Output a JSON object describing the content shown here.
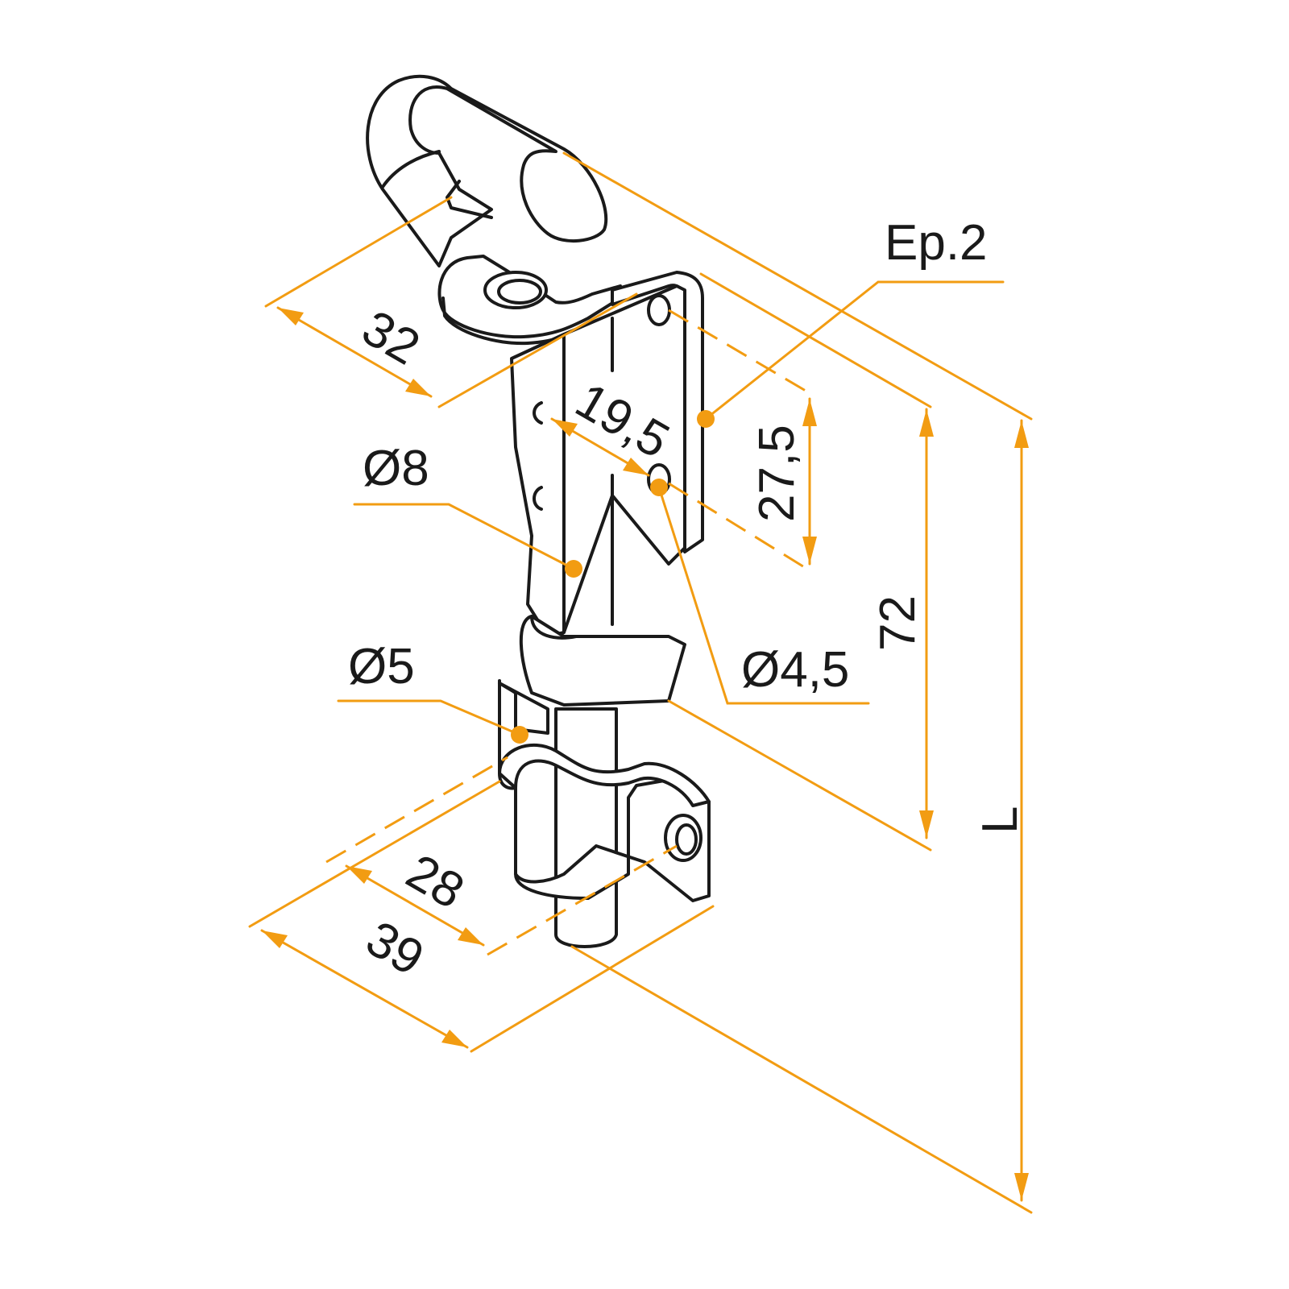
{
  "colors": {
    "dimension": "#f29c12",
    "outline": "#1a1a1a",
    "background": "#ffffff"
  },
  "labels": {
    "thickness": "Ep.2",
    "dim_32": "32",
    "dim_19_5": "19,5",
    "dim_27_5": "27,5",
    "dia_8": "Ø8",
    "dia_5": "Ø5",
    "dia_4_5": "Ø4,5",
    "dim_72": "72",
    "dim_L": "L",
    "dim_28": "28",
    "dim_39": "39"
  }
}
